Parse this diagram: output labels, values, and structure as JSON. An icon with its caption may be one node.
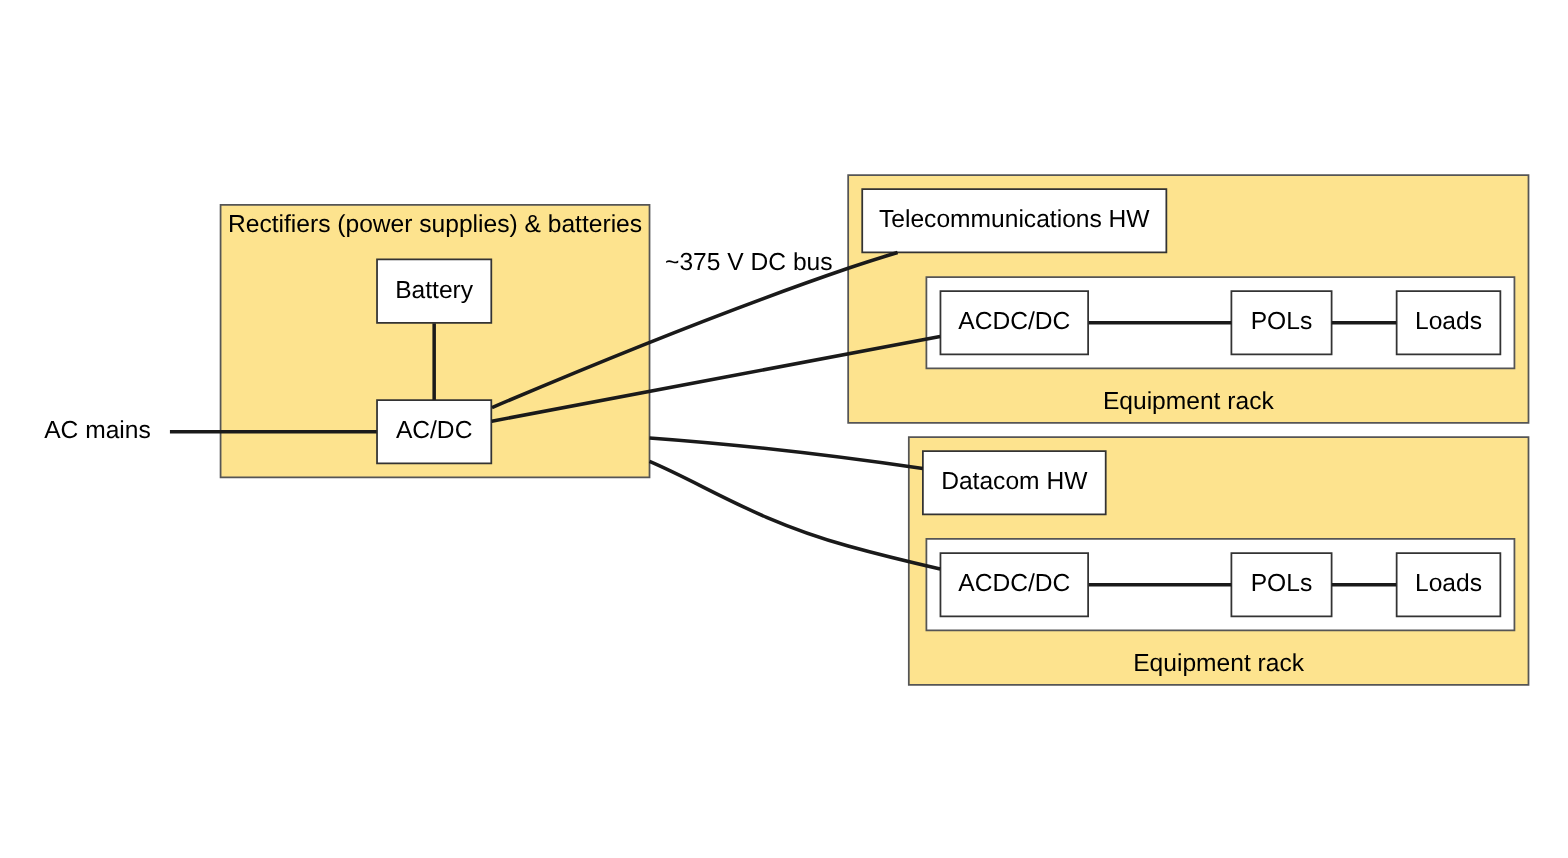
{
  "diagram": {
    "nodes": [
      {
        "text": [
          "AC mains"
        ]
      },
      {
        "text": [
          "Rectifiers (power supplies) & batteries"
        ]
      },
      {
        "text": [
          "AC/DC"
        ],
        "in": 1
      },
      {
        "text": [
          "Battery"
        ],
        "in": 1
      },
      {
        "text": [
          "Equipment rack"
        ]
      },
      {
        "text": [
          "Telecommunications HW"
        ],
        "in": 4
      },
      {
        "text": [],
        "shape": "box",
        "in": 4
      },
      {
        "text": [
          "ACDC/DC"
        ],
        "in": 6
      },
      {
        "text": [
          "POLs"
        ],
        "in": 6
      },
      {
        "text": [
          "Loads"
        ],
        "in": 6
      },
      {
        "text": [
          "Equipment rack"
        ]
      },
      {
        "text": [
          "Datacom HW"
        ],
        "in": 10
      },
      {
        "text": [],
        "shape": "box",
        "in": 10
      },
      {
        "text": [
          "ACDC/DC"
        ],
        "in": 12
      },
      {
        "text": [
          "POLs"
        ],
        "in": 12
      },
      {
        "text": [
          "Loads"
        ],
        "in": 12
      }
    ],
    "edges": [
      {
        "from": 0,
        "to": 2,
        "arrow": "none"
      },
      {
        "from": 2,
        "to": 3,
        "arrow": "none"
      },
      {
        "from": 2,
        "to": 5,
        "arrow": "none",
        "label": "~375 V DC bus"
      },
      {
        "from": 2,
        "to": 7,
        "arrow": "none"
      },
      {
        "from": 7,
        "to": 8,
        "arrow": "none"
      },
      {
        "from": 8,
        "to": 9,
        "arrow": "none"
      },
      {
        "from": 1,
        "to": 11,
        "arrow": "none"
      },
      {
        "from": 1,
        "to": 13,
        "arrow": "none"
      },
      {
        "from": 13,
        "to": 14,
        "arrow": "none"
      },
      {
        "from": 14,
        "to": 15,
        "arrow": "none"
      }
    ]
  }
}
